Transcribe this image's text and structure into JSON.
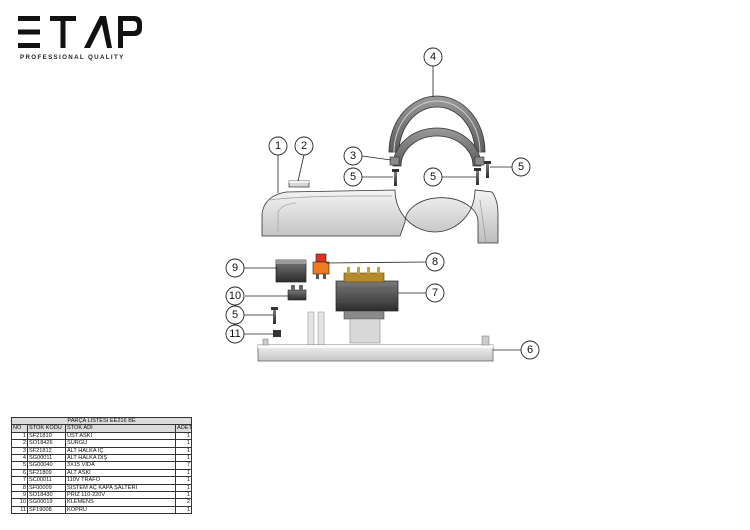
{
  "logo": {
    "brand": "ETAP",
    "tagline": "PROFESSIONAL QUALITY"
  },
  "callouts": [
    {
      "num": "1"
    },
    {
      "num": "2"
    },
    {
      "num": "3"
    },
    {
      "num": "4"
    },
    {
      "num": "5"
    },
    {
      "num": "5"
    },
    {
      "num": "5"
    },
    {
      "num": "5"
    },
    {
      "num": "6"
    },
    {
      "num": "7"
    },
    {
      "num": "8"
    },
    {
      "num": "9"
    },
    {
      "num": "10"
    },
    {
      "num": "11"
    }
  ],
  "parts_table": {
    "title": "PARÇA LİSTESİ EE216 BE",
    "headers": [
      "NO",
      "STOK KODU",
      "STOK ADI",
      "ADET"
    ],
    "rows": [
      {
        "no": "1",
        "code": "SF21810",
        "name": "ÜST ASKI",
        "qty": "1"
      },
      {
        "no": "2",
        "code": "SO18426",
        "name": "SURGU",
        "qty": "1"
      },
      {
        "no": "3",
        "code": "SF21812",
        "name": "ALT HALKA İÇ",
        "qty": "1"
      },
      {
        "no": "4",
        "code": "SG00011",
        "name": "ALT HALKA DIŞ",
        "qty": "1"
      },
      {
        "no": "5",
        "code": "SG00040",
        "name": "3X15 VİDA",
        "qty": "7"
      },
      {
        "no": "6",
        "code": "SF21809",
        "name": "ALT ASKI",
        "qty": "1"
      },
      {
        "no": "7",
        "code": "SC00011",
        "name": "110V TRAFO",
        "qty": "1"
      },
      {
        "no": "8",
        "code": "SF00009",
        "name": "SİSTEM AÇ KAPA ŞALTERİ",
        "qty": "1"
      },
      {
        "no": "9",
        "code": "SO18430",
        "name": "PRİZ 110-220V",
        "qty": "1"
      },
      {
        "no": "10",
        "code": "SG00019",
        "name": "KLEMENS",
        "qty": "2"
      },
      {
        "no": "11",
        "code": "SF19008",
        "name": "KOPRÜ",
        "qty": "1"
      }
    ]
  }
}
